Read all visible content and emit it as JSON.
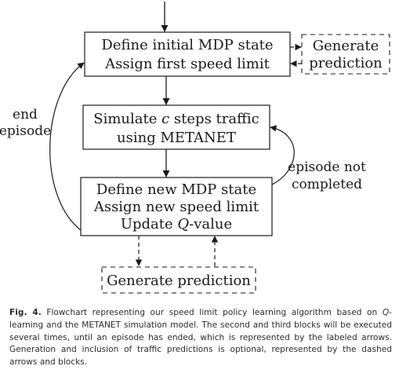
{
  "blocks": {
    "init": {
      "line1": "Define initial MDP state",
      "line2": "Assign first speed limit"
    },
    "gen_top": {
      "line1": "Generate",
      "line2": "prediction"
    },
    "simulate": {
      "line1_pre": "Simulate ",
      "line1_var": "c",
      "line1_post": " steps traffic",
      "line2": "using METANET"
    },
    "update": {
      "line1": "Define new MDP state",
      "line2": "Assign new speed limit",
      "line3_var": "Q",
      "line3_post": "-value",
      "line3_pre": "Update "
    },
    "gen_bottom": {
      "line1": "Generate prediction"
    }
  },
  "edge_labels": {
    "end_episode": {
      "line1": "end",
      "line2": "episode"
    },
    "not_completed": {
      "line1": "episode not",
      "line2": "completed"
    }
  },
  "caption": {
    "label": "Fig. 4.",
    "part1": " Flowchart representing our speed limit policy learning algorithm based on ",
    "q": "Q",
    "part2": "-learning and the METANET simulation model. The second and third blocks will be executed several times, until an episode has ended, which is represented by the labeled arrows. Generation and inclusion of traffic predictions is optional, represented by the dashed arrows and blocks."
  }
}
